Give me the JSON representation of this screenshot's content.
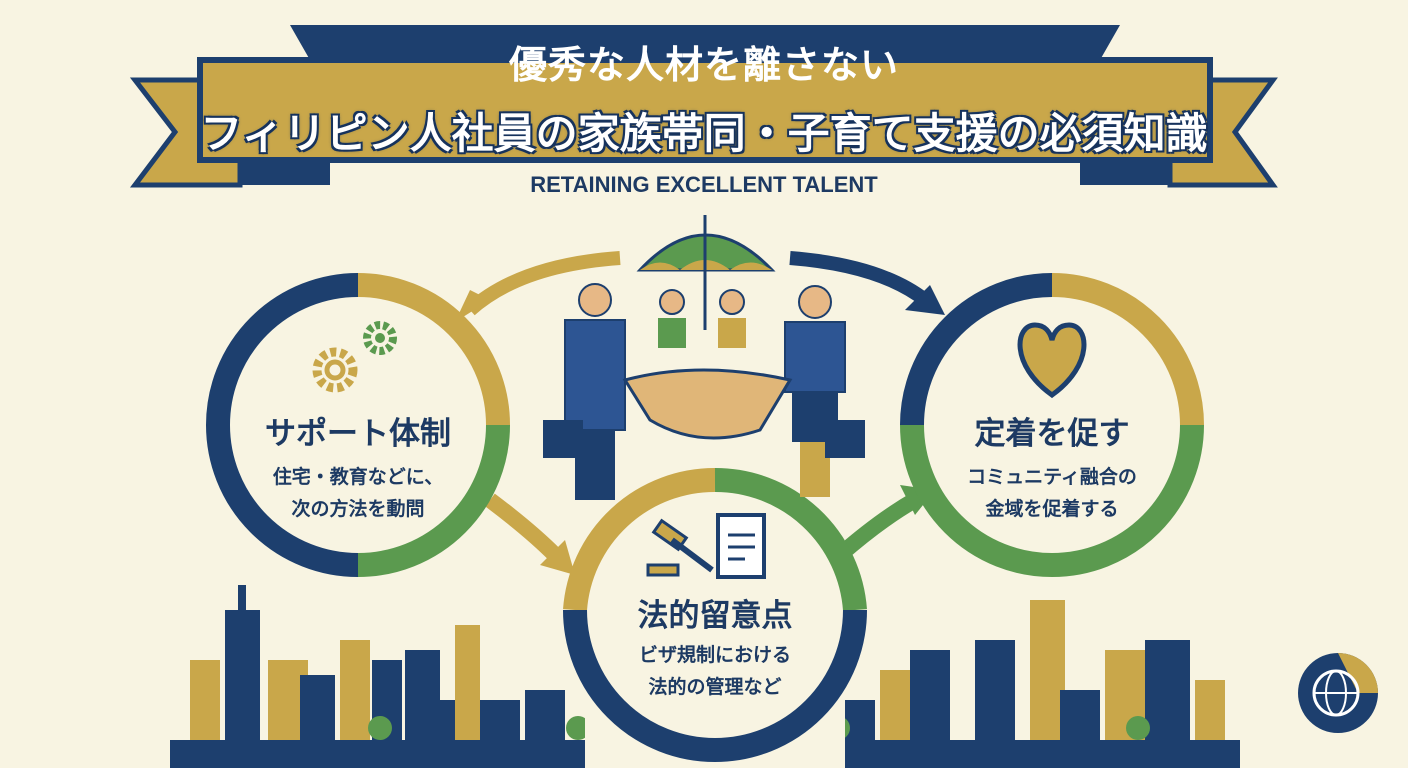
{
  "banner": {
    "title_line1": "優秀な人材を離さない",
    "title_line2": "フィリピン人社員の家族帯同・子育て支援の必須知識",
    "subtitle": "RETAINING EXCELLENT TALENT"
  },
  "sections": [
    {
      "title": "サポート体制",
      "desc_line1": "住宅・教育などに、",
      "desc_line2": "次の方法を動問",
      "icon": "gears-icon"
    },
    {
      "title": "法的留意点",
      "desc_line1": "ビザ規制における",
      "desc_line2": "法的の管理など",
      "icon": "gavel-document-icon"
    },
    {
      "title": "定着を促す",
      "desc_line1": "コミュニティ融合の",
      "desc_line2": "金域を促着する",
      "icon": "heart-icon"
    }
  ],
  "colors": {
    "navy": "#1d3f6e",
    "gold": "#c9a74a",
    "green": "#5b9a4f",
    "background": "#f8f4e2"
  }
}
